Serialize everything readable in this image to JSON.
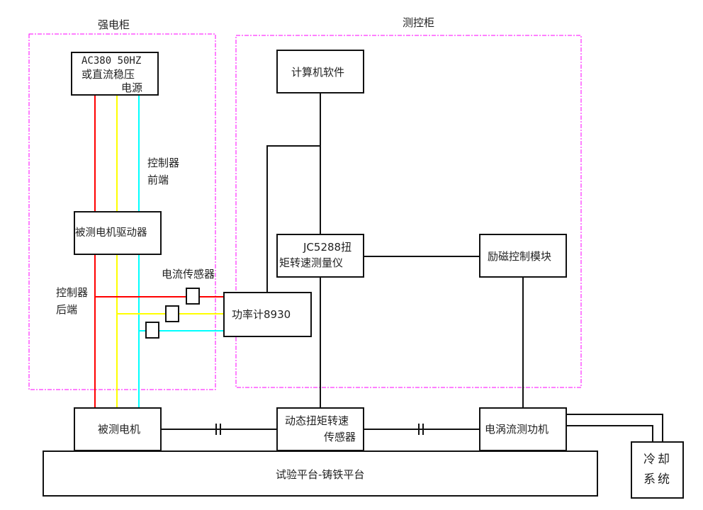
{
  "cabinets": {
    "power": {
      "title": "强电柜"
    },
    "control": {
      "title": "测控柜"
    }
  },
  "blocks": {
    "power_supply": {
      "line1": "AC380 50HZ",
      "line2": "或直流稳压",
      "line3": "电源"
    },
    "driver": {
      "label": "被测电机驱动器"
    },
    "motor": {
      "label": "被测电机"
    },
    "computer": {
      "label": "计算机软件"
    },
    "torque_meter": {
      "line1": "JC5288扭",
      "line2": "矩转速测量仪"
    },
    "excitation": {
      "label": "励磁控制模块"
    },
    "power_meter": {
      "label": "功率计8930"
    },
    "torque_sensor": {
      "line1": "动态扭矩转速",
      "line2": "传感器"
    },
    "dynamometer": {
      "label": "电涡流测功机"
    },
    "platform": {
      "label": "试验平台-铸铁平台"
    },
    "cooling": {
      "line1": "冷却",
      "line2": "系统"
    }
  },
  "annotations": {
    "controller_front": {
      "line1": "控制器",
      "line2": "前端"
    },
    "controller_rear": {
      "line1": "控制器",
      "line2": "后端"
    },
    "current_sensor": "电流传感器"
  },
  "colors": {
    "phase_a": "#ff0000",
    "phase_b": "#ffff00",
    "phase_c": "#00ffff",
    "cabinet_border": "#ff00ff",
    "wire": "#111111"
  }
}
